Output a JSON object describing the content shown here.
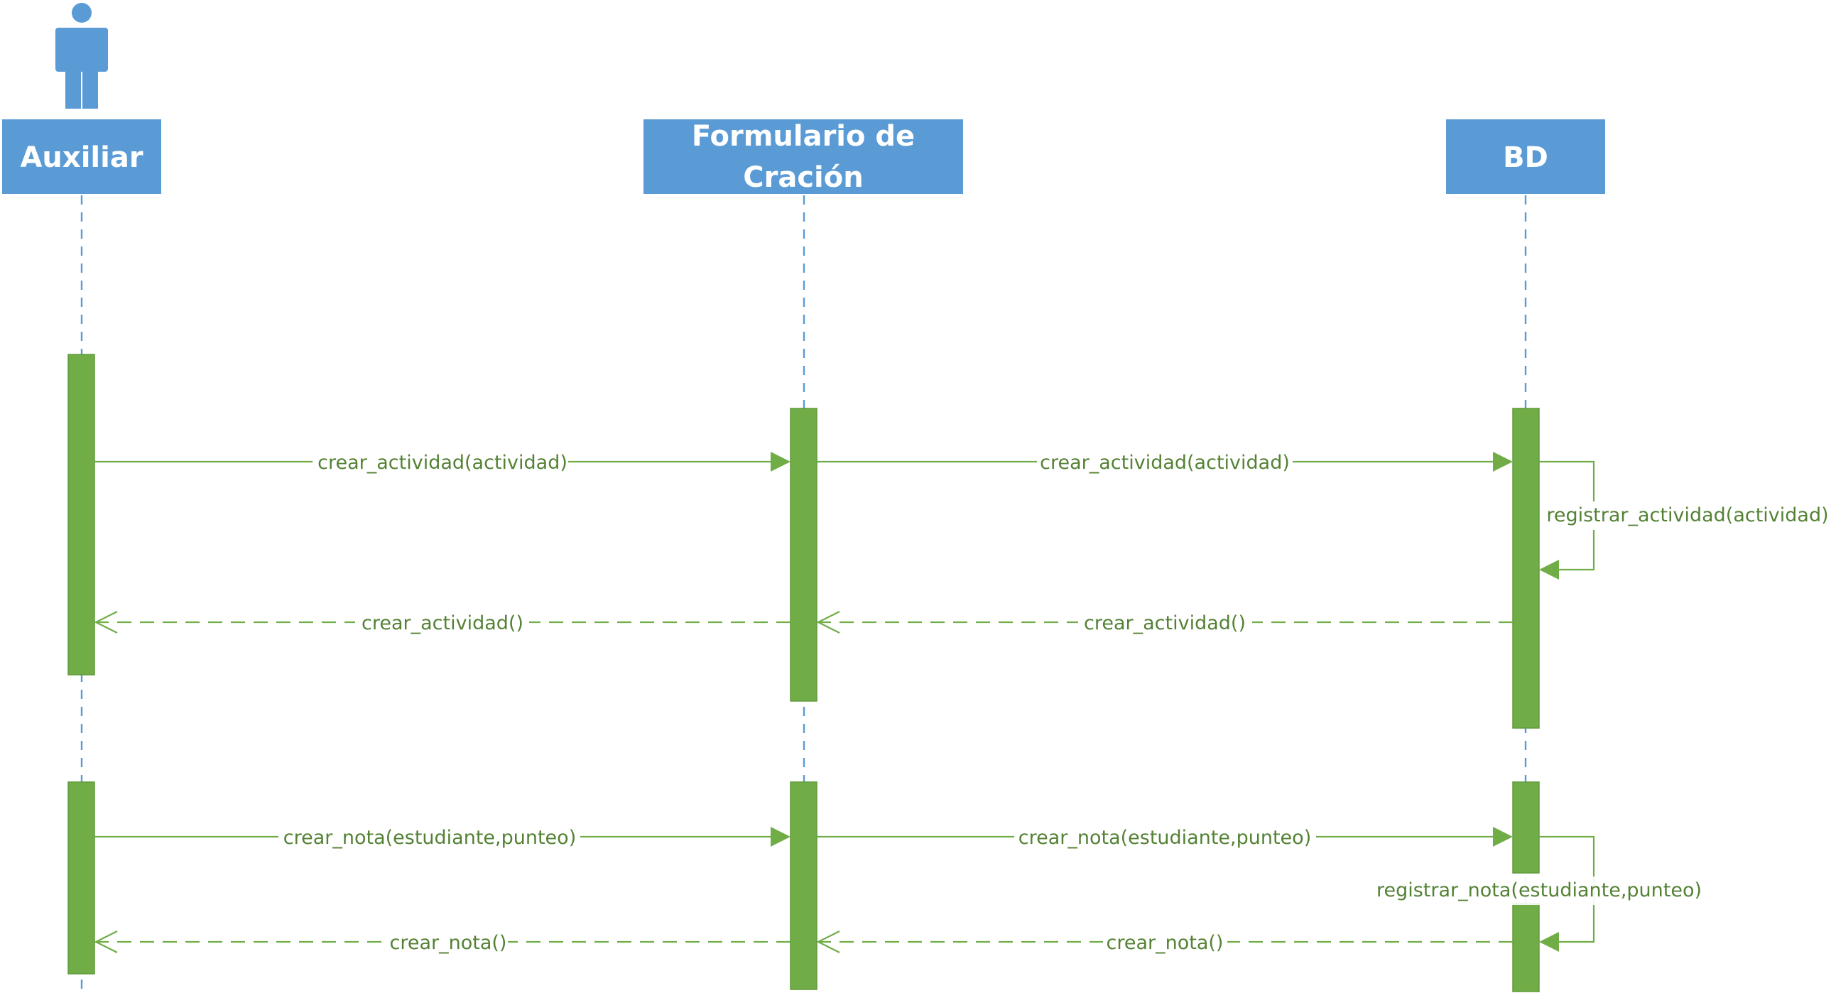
{
  "actor": {
    "icon": "person-icon",
    "color": "#5b9bd5"
  },
  "lifelines": [
    {
      "id": "auxiliar",
      "lines": [
        "Auxiliar"
      ]
    },
    {
      "id": "formulario",
      "lines": [
        "Formulario de",
        "Cración"
      ]
    },
    {
      "id": "bd",
      "lines": [
        "BD"
      ]
    }
  ],
  "messages": {
    "m1": "crear_actividad(actividad)",
    "m2": "crear_actividad(actividad)",
    "m3": "registrar_actividad(actividad)",
    "m4": "crear_actividad()",
    "m5": "crear_actividad()",
    "m6": "crear_nota(estudiante,punteo)",
    "m7": "crear_nota(estudiante,punteo)",
    "m8": "registrar_nota(estudiante,punteo)",
    "m9": "crear_nota()",
    "m10": "crear_nota()"
  },
  "colors": {
    "lifeline": "#5b9bd5",
    "activation": "#70ad47",
    "message_text": "#548235"
  }
}
